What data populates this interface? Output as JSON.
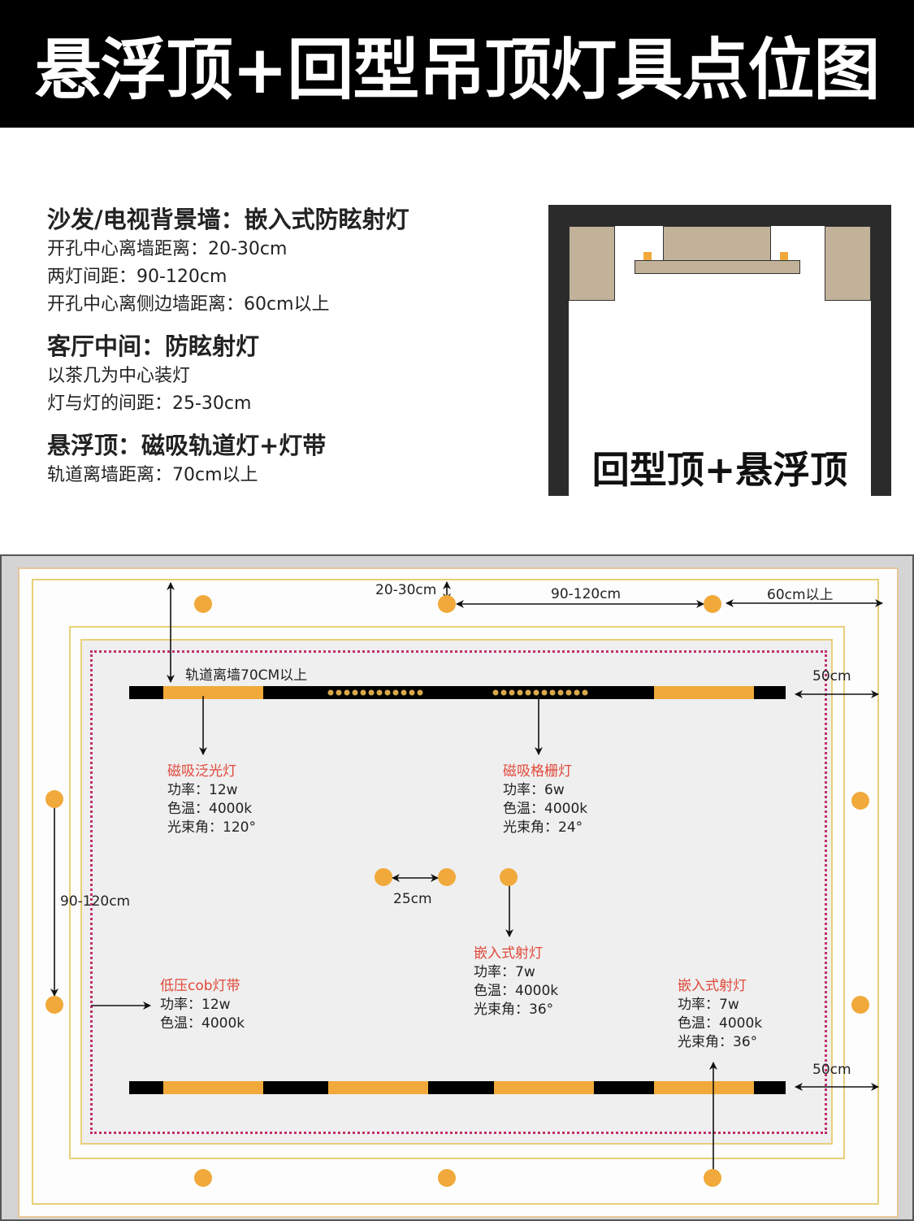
{
  "title": "悬浮顶+回型吊顶灯具点位图",
  "specs": [
    {
      "heading": "沙发/电视背景墙：嵌入式防眩射灯",
      "lines": [
        "开孔中心离墙距离：20-30cm",
        "两灯间距：90-120cm",
        "开孔中心离侧边墙距离：60cm以上"
      ]
    },
    {
      "heading": "客厅中间：防眩射灯",
      "lines": [
        "以茶几为中心装灯",
        "灯与灯的间距：25-30cm"
      ]
    },
    {
      "heading": "悬浮顶：磁吸轨道灯+灯带",
      "lines": [
        "轨道离墙距离：70cm以上"
      ]
    }
  ],
  "section_diagram": {
    "caption": "回型顶+悬浮顶",
    "colors": {
      "wall": "#2b2b2b",
      "ceiling_box": "#c2b29a",
      "led": "#f0a93a"
    }
  },
  "plan": {
    "colors": {
      "light": "#f0a93a",
      "track": "#000000",
      "boundary_dotted": "#c0306a",
      "ceiling_line": "#e8cf7a",
      "inner_fill": "#efefef"
    },
    "dimensions": {
      "wall_20_30": "20-30cm",
      "spacing_90_120_top": "90-120cm",
      "side_60": "60cm以上",
      "track_to_wall": "轨道离墙70CM以上",
      "track_end_top": "50cm",
      "track_end_bottom": "50cm",
      "side_spacing_left": "90-120cm",
      "center_spacing": "25cm"
    },
    "fixtures": [
      {
        "name": "磁吸泛光灯",
        "lines": [
          "功率：12w",
          "色温：4000k",
          "光束角：120°"
        ]
      },
      {
        "name": "磁吸格栅灯",
        "lines": [
          "功率：6w",
          "色温：4000k",
          "光束角：24°"
        ]
      },
      {
        "name": "嵌入式射灯",
        "lines": [
          "功率：7w",
          "色温：4000k",
          "光束角：36°"
        ]
      },
      {
        "name": "低压cob灯带",
        "lines": [
          "功率：12w",
          "色温：4000k"
        ]
      },
      {
        "name": "嵌入式射灯",
        "lines": [
          "功率：7w",
          "色温：4000k",
          "光束角：36°"
        ]
      }
    ]
  }
}
